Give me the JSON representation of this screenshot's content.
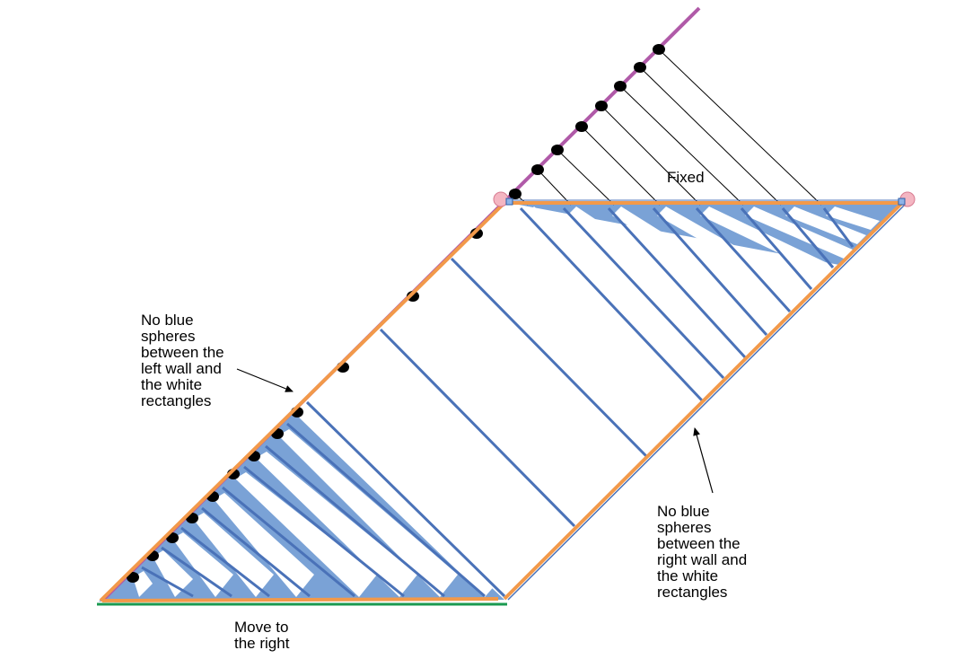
{
  "labels": {
    "fixed": "Fixed",
    "left_note": [
      "No blue",
      "spheres",
      "between the",
      "left wall and",
      "the white",
      "rectangles"
    ],
    "right_note": [
      "No blue",
      "spheres",
      "between the",
      "right wall and",
      "the white",
      "rectangles"
    ],
    "bottom_note": [
      "Move to",
      "the right"
    ]
  },
  "colors": {
    "wall": "#f2994a",
    "fill_blue": "#7aa2d6",
    "line_blue": "#4a72b8",
    "purple": "#b05aa8",
    "green": "#1a9a50",
    "handle": "#f4b6c2",
    "dot": "#000000"
  }
}
